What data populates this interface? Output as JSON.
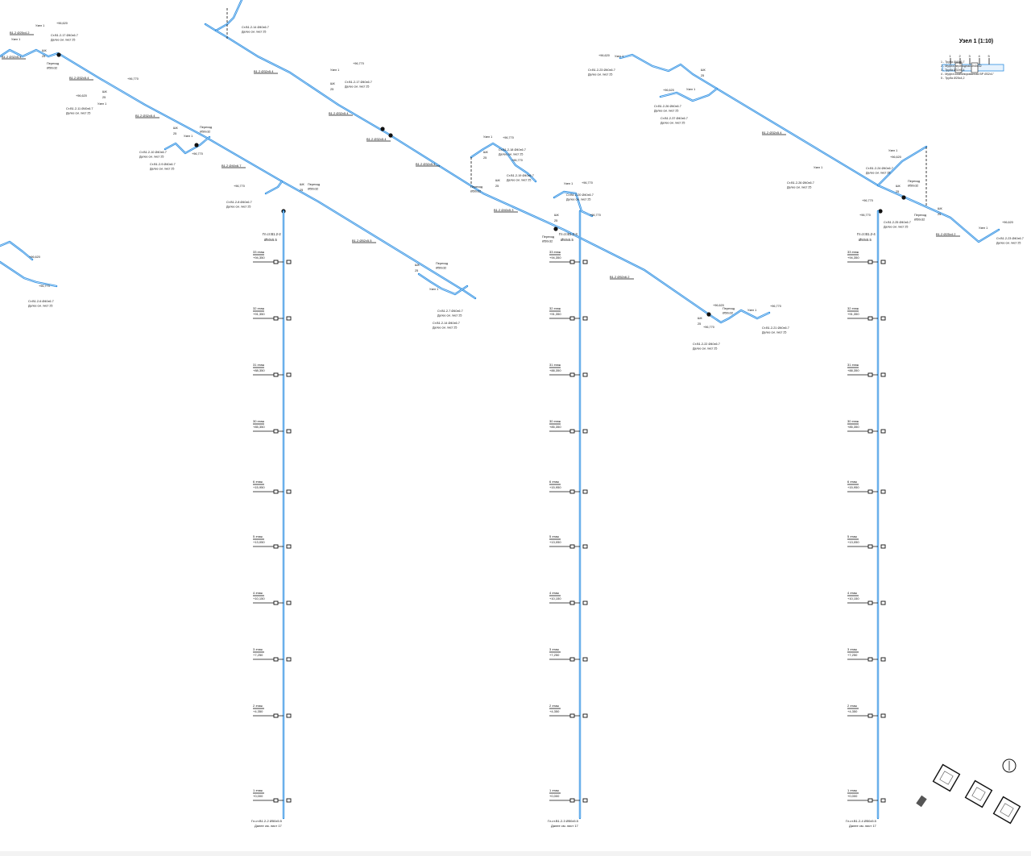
{
  "colors": {
    "pipe": "#2f8fe0",
    "line": "#111111",
    "background": "#ffffff"
  },
  "legend": {
    "title": "Узел 1 (1:10)",
    "numbers": [
      "1",
      "2",
      "3",
      "4",
      "5"
    ],
    "items": [
      "1 - Труба Ø40х6,7",
      "2 - Муфта переходная Ø40х32",
      "3 - Труба Ø32х5,4",
      "4 - Муфта комбинированная ВР Ø32х1\"",
      "5 - Труба Ø25х4,2"
    ]
  },
  "risers": [
    {
      "top_label": "Гл.ст.В1.2-2",
      "top_dia": "Ø50х5.5",
      "bottom_label": "Гл.ст.В1.2-2 Ø50х5.5",
      "bottom_note": "Далее см. лист 17",
      "floors": [
        {
          "name": "33 этаж",
          "elev": "+94,350"
        },
        {
          "name": "32 этаж",
          "elev": "+91,350"
        },
        {
          "name": "31 этаж",
          "elev": "+88,350"
        },
        {
          "name": "30 этаж",
          "elev": "+85,350"
        },
        {
          "name": "6 этаж",
          "elev": "+15,950"
        },
        {
          "name": "5 этаж",
          "elev": "+13,050"
        },
        {
          "name": "4 этаж",
          "elev": "+10,150"
        },
        {
          "name": "3 этаж",
          "elev": "+7,250"
        },
        {
          "name": "2 этаж",
          "elev": "+4,350"
        },
        {
          "name": "1 этаж",
          "elev": "+0,000"
        }
      ]
    },
    {
      "top_label": "Гл.ст.В1.2-3",
      "top_dia": "Ø50х5.5",
      "bottom_label": "Гл.ст.В1.2-3 Ø50х5.5",
      "bottom_note": "Далее см. лист 17",
      "floors": [
        {
          "name": "33 этаж",
          "elev": "+94,350"
        },
        {
          "name": "32 этаж",
          "elev": "+91,350"
        },
        {
          "name": "31 этаж",
          "elev": "+88,350"
        },
        {
          "name": "30 этаж",
          "elev": "+85,350"
        },
        {
          "name": "6 этаж",
          "elev": "+15,950"
        },
        {
          "name": "5 этаж",
          "elev": "+13,050"
        },
        {
          "name": "4 этаж",
          "elev": "+10,150"
        },
        {
          "name": "3 этаж",
          "elev": "+7,250"
        },
        {
          "name": "2 этаж",
          "elev": "+4,350"
        },
        {
          "name": "1 этаж",
          "elev": "+0,000"
        }
      ]
    },
    {
      "top_label": "Гл.ст.В1.2-4",
      "top_dia": "Ø50х5.5",
      "bottom_label": "Гл.ст.В1.2-4 Ø50х5.5",
      "bottom_note": "Далее см. лист 17",
      "floors": [
        {
          "name": "33 этаж",
          "elev": "+94,350"
        },
        {
          "name": "32 этаж",
          "elev": "+91,350"
        },
        {
          "name": "31 этаж",
          "elev": "+88,350"
        },
        {
          "name": "30 этаж",
          "elev": "+85,350"
        },
        {
          "name": "6 этаж",
          "elev": "+15,950"
        },
        {
          "name": "5 этаж",
          "elev": "+13,050"
        },
        {
          "name": "4 этаж",
          "elev": "+10,150"
        },
        {
          "name": "3 этаж",
          "elev": "+7,250"
        },
        {
          "name": "2 этаж",
          "elev": "+4,350"
        },
        {
          "name": "1 этаж",
          "elev": "+0,000"
        }
      ]
    }
  ],
  "pipe_labels": [
    "В1.2 Ø25х4.2",
    "В1.2 Ø32х5.4",
    "В1.2 Ø32х5.4",
    "В1.2 Ø32х5.4",
    "В1.2 Ø40х6.7",
    "В1.2 Ø32х5.4",
    "В1.2 Ø32х5.4",
    "В1.2 Ø52х5.5",
    "В1.2 Ø40х5.3",
    "В1.2 Ø52х6.2",
    "В1.2 Ø32х5.4",
    "В1.2 Ø25х4.2",
    "В1.2 Ø32х5.4",
    "В1.2 Ø32х5.4"
  ],
  "branch_labels": [
    "Ст.В1.2-17 Ø40х6.7",
    "Ст.В1.2-11 Ø40х6.7",
    "Ст.В1.2-10 Ø40х6.7",
    "Ст.В1.2-9 Ø40х6.7",
    "Ст.В1.2-8 Ø40х6.7",
    "Ст.В1.2-17 Ø40х6.7",
    "Ст.В1.2-18 Ø40х6.7",
    "Ст.В1.2-19 Ø40х6.7",
    "Ст.В1.2-20 Ø40х6.7",
    "Ст.В1.2-7 Ø40х6.7",
    "Ст.В1.2-14 Ø40х6.7",
    "Ст.В1.2-22 Ø40х6.7",
    "Ст.В1.2-21 Ø40х6.7",
    "Ст.В1.2-23 Ø40х6.7",
    "Ст.В1.2-26 Ø40х6.7",
    "Ст.В1.2-37 Ø40х6.7",
    "Ст.В1.2-24 Ø40х6.7",
    "Ст.В1.2-25 Ø40х6.7",
    "Ст.В1.2-26 Ø40х6.7",
    "Ст.В1.2-23 Ø40х6.7",
    "Ст.В1.2-14 Ø40х6.7",
    "Ст.В1.2-6 Ø40х6.7"
  ],
  "annotations": {
    "node": "Узел 1",
    "shk": "ШК",
    "shk_num": "25",
    "transition": "Переход",
    "transition_dia": "Ø50х32",
    "next_sheet": "Далее см. лист 25",
    "elev_a": "+96,620",
    "elev_b": "+96,770"
  },
  "compass_symbol": "N"
}
